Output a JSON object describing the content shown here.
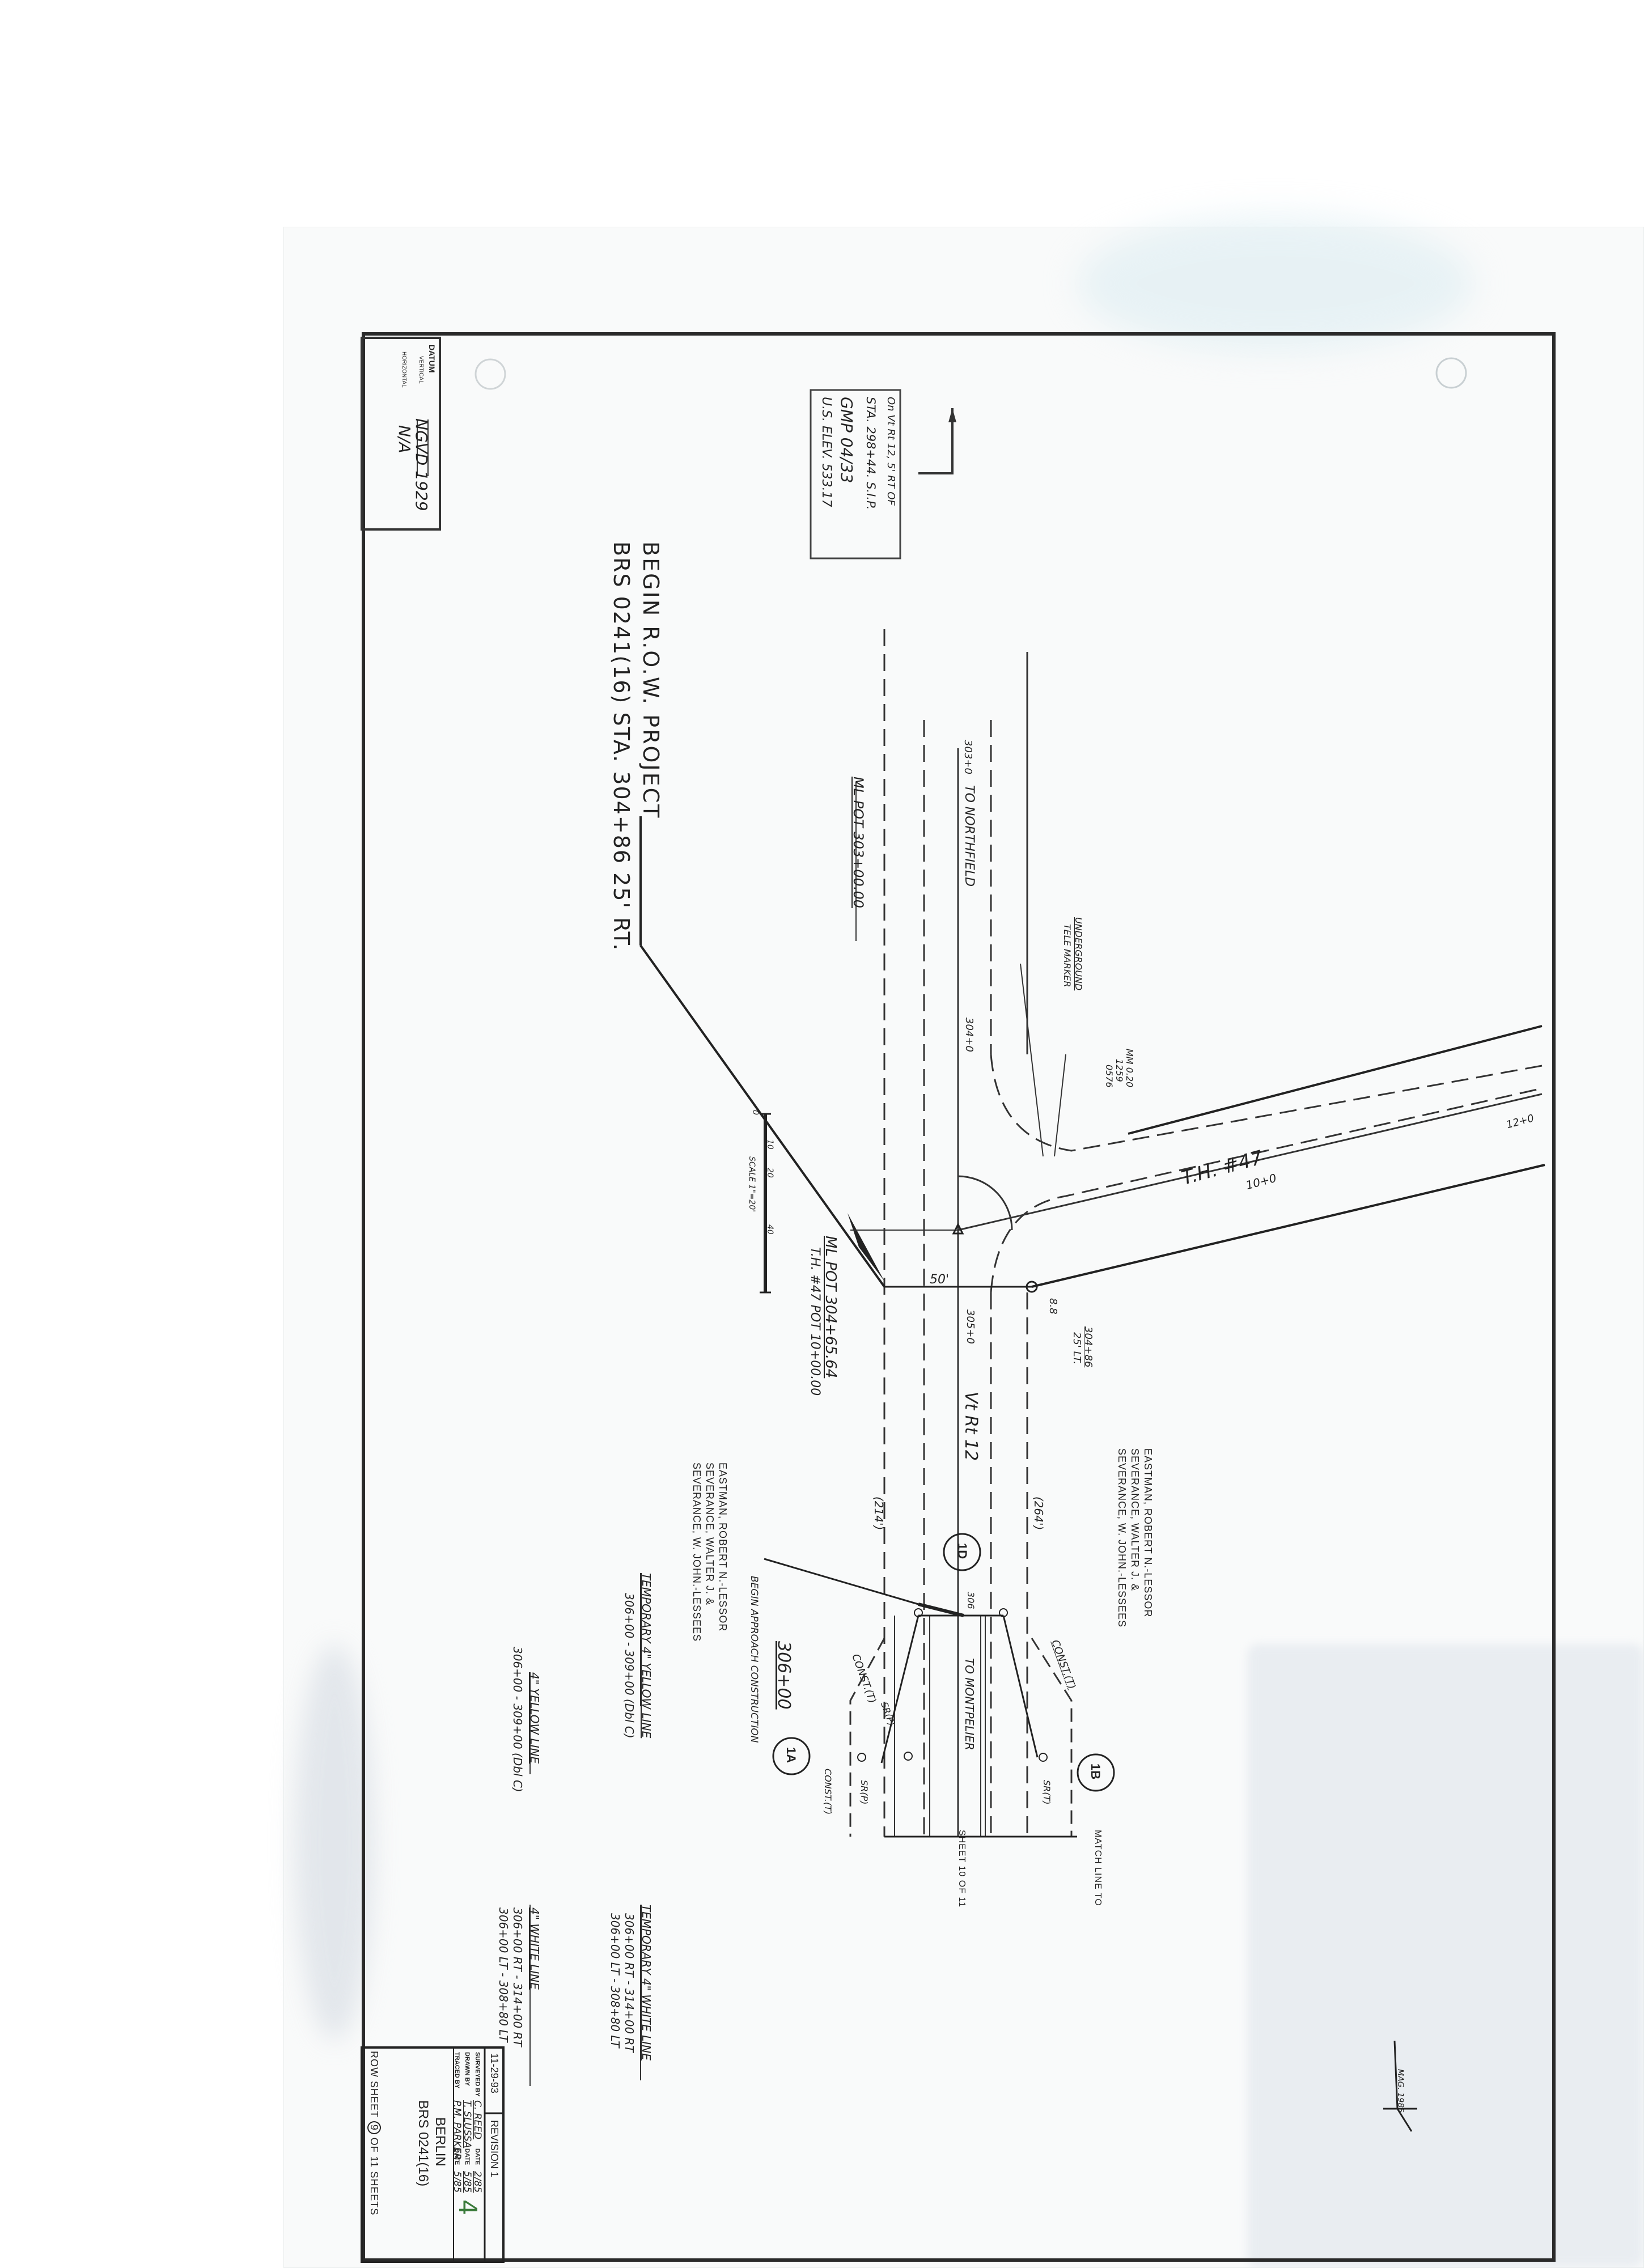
{
  "datum": {
    "title": "DATUM",
    "vertical_label": "VERTICAL",
    "vertical_value": "NGVD 1929",
    "horizontal_label": "HORIZONTAL",
    "horizontal_value": "N/A"
  },
  "benchmark": {
    "line1": "On Vt Rt 12, 5' RT OF",
    "line2": "STA. 298+44. S.I.P.",
    "line3": "GMP 04/33",
    "line4": "U.S. ELEV. 533.17"
  },
  "project": {
    "line1": "BEGIN  R.O.W.  PROJECT",
    "line2": "BRS 0241(16)  STA. 304+86  25' RT."
  },
  "labels": {
    "sta_303": "303+0",
    "to_northfield": "TO NORTHFIELD",
    "ml_pot_303": "ML POT 303+00.00",
    "underground": "UNDERGROUND",
    "tele_marker": "TELE MARKER",
    "sta_304": "304+0",
    "mm_line1": "MM 0.20",
    "mm_line2": "1259",
    "mm_line3": "0576",
    "th47": "T.H. #47",
    "th_sta_10": "10+0",
    "th_sta_12": "12+0",
    "scale": "SCALE 1\"=20'",
    "scale_0": "0",
    "scale_10": "10",
    "scale_20": "20",
    "scale_40": "40",
    "ml_pot_304": "ML POT 304+65.64",
    "th47_pot": "T.H. #47 POT 10+00.00",
    "fifty": "50'",
    "sta_305": "305+0",
    "eight_eight": "8.8",
    "sta_304_86": "304+86",
    "lt25": "25' LT.",
    "vt_rt_12": "Vt Rt 12",
    "owner_top_1": "EASTMAN, ROBERT N.-LESSOR",
    "owner_top_2": "SEVERANCE, WALTER J. &",
    "owner_top_3": "SEVERANCE, W. JOHN.-LESSEES",
    "owner_bot_1": "EASTMAN, ROBERT N.-LESSOR",
    "owner_bot_2": "SEVERANCE, WALTER J. &",
    "owner_bot_3": "SEVERANCE, W. JOHN.-LESSEES",
    "dist_214": "(214')",
    "dist_264": "(264')",
    "circle_1d": "1D",
    "circle_1a": "1A",
    "circle_1b": "1B",
    "begin_approach": "BEGIN APPROACH CONSTRUCTION",
    "sta_306": "306+00",
    "sta_306_short": "306",
    "to_montpelier": "TO MONTPELIER",
    "const_t_1": "CONST.(T)",
    "const_t_2": "CONST.(T)",
    "const_t_3": "CONST.(T)",
    "sr_p_1": "SR(P)",
    "sr_p_2": "SR(P)",
    "sr_t": "SR(T)",
    "match_line": "MATCH LINE TO",
    "sheet_10": "SHEET 10 OF 11",
    "temp_yellow_1": "TEMPORARY 4\" YELLOW LINE",
    "temp_yellow_2": "306+00 - 309+00 (Dbl C)",
    "yellow_1": "4\" YELLOW LINE",
    "yellow_2": "306+00 - 309+00 (Dbl C)",
    "temp_white_1": "TEMPORARY 4\" WHITE LINE",
    "temp_white_2": "306+00 RT - 314+00 RT",
    "temp_white_3": "306+00 LT - 308+80 LT",
    "white_1": "4\" WHITE LINE",
    "white_2": "306+00 RT - 314+00 RT",
    "white_3": "306+00 LT - 308+80 LT",
    "mag": "MAG. 1985"
  },
  "title_block": {
    "date": "11-29-93",
    "revision": "REVISION 1",
    "surveyed_by": "SURVEYED BY",
    "surveyed_name": "C. REED",
    "surveyed_date_label": "DATE",
    "surveyed_date": "2/85",
    "drawn_by": "DRAWN BY",
    "drawn_name": "T. SLUSSA",
    "drawn_date_label": "DATE",
    "drawn_date": "5/85",
    "traced_by": "TRACED BY",
    "traced_name": "P.M. PARKER",
    "traced_date_label": "DATE",
    "traced_date": "5/85",
    "town": "BERLIN",
    "project": "BRS 0241(16)",
    "sheet_prefix": "ROW SHEET",
    "sheet_no": "9",
    "sheet_suffix": "OF 11 SHEETS",
    "stamp": "4"
  }
}
